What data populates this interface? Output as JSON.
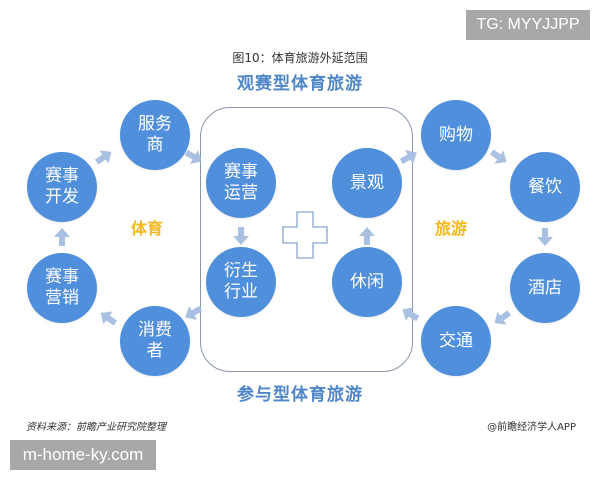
{
  "watermark_top": "TG: MYYJJPP",
  "figure_title": "图10：体育旅游外延范围",
  "type_top": "观赛型体育旅游",
  "type_bottom": "参与型体育旅游",
  "sports": {
    "label": "体育",
    "nodes": [
      "服务商",
      "赛事开发",
      "赛事营销",
      "消费者"
    ]
  },
  "center": {
    "left_nodes": [
      "赛事运营",
      "衍生行业"
    ],
    "right_nodes": [
      "景观",
      "休闲"
    ],
    "plus_symbol": "plus-icon"
  },
  "tourism": {
    "label": "旅游",
    "nodes": [
      "购物",
      "餐饮",
      "酒店",
      "交通"
    ]
  },
  "source": "资料来源：前瞻产业研究院整理",
  "credit": "@前瞻经济学人APP",
  "watermark_bottom": "m-home-ky.com",
  "colors": {
    "node_fill": "#4f8fdc",
    "arrow_fill": "#a9c0e2",
    "title_blue": "#4e86c8",
    "category_gold": "#f5b71e",
    "frame_border": "#8a97a8"
  }
}
